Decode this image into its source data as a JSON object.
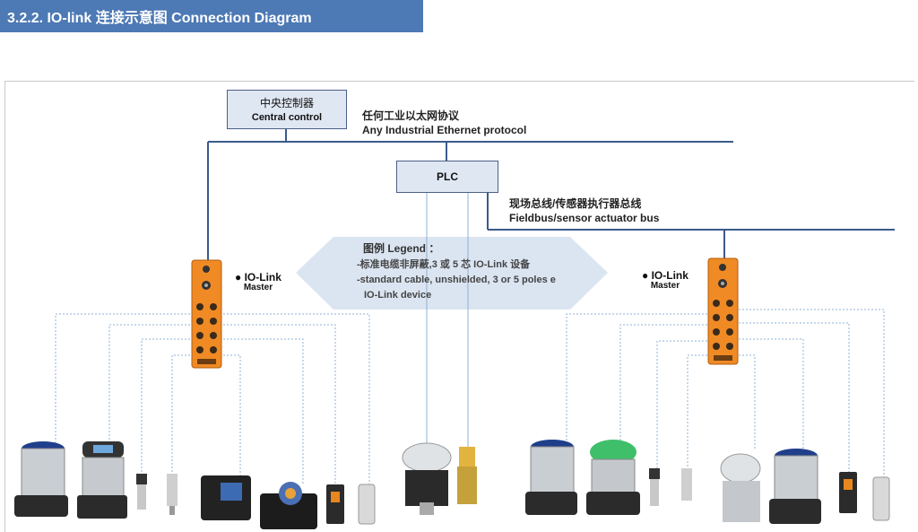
{
  "header": {
    "title": "3.2.2.  IO-link 连接示意图  Connection Diagram"
  },
  "central_control": {
    "label_cn": "中央控制器",
    "label_en": "Central control"
  },
  "ethernet": {
    "label_cn": "任何工业以太网协议",
    "label_en": "Any Industrial Ethernet protocol"
  },
  "plc": {
    "label": "PLC"
  },
  "fieldbus": {
    "label_cn": "现场总线/传感器执行器总线",
    "label_en": "Fieldbus/sensor actuator bus"
  },
  "legend": {
    "title": "图例  Legend ：",
    "line1": "-标准电缆非屏蔽,3 或 5 芯 IO-Link 设备",
    "line2": "-standard cable, unshielded, 3 or 5 poles e",
    "line3": "IO-Link device"
  },
  "master_left": {
    "logo": "IO-Link",
    "sub": "Master"
  },
  "master_right": {
    "logo": "IO-Link",
    "sub": "Master"
  },
  "colors": {
    "header": "#4d79b5",
    "bus_line": "#3c5a8a",
    "master": "#f08a24",
    "box_fill": "#dfe7f2",
    "legend_fill": "#dbe5f1"
  },
  "icons": [
    "io-link-logo-icon",
    "valve-positioner-icon",
    "proximity-sensor-icon",
    "pressure-sensor-icon"
  ]
}
